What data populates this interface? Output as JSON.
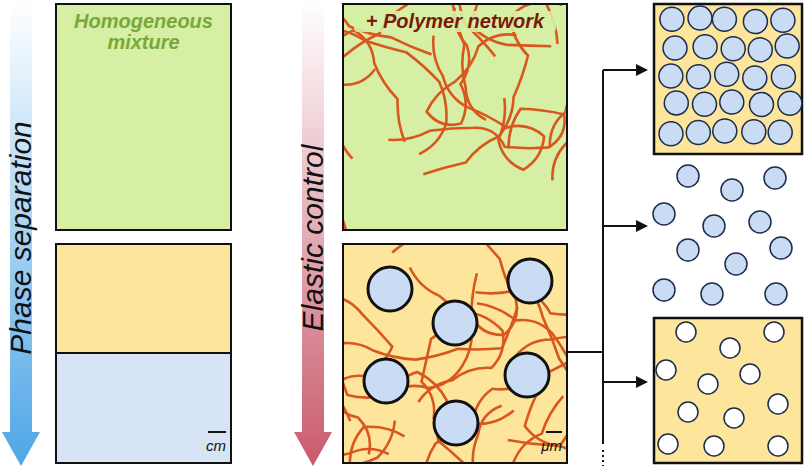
{
  "diagram": {
    "nodes": [
      {
        "text": [
          "Homogeneous mixture"
        ]
      },
      {
        "text": [
          "cm"
        ]
      },
      {
        "text": [
          "+ Polymer network"
        ]
      },
      {
        "text": [
          "μm"
        ]
      }
    ],
    "labels": [
      "Phase separation",
      "Elastic control"
    ]
  }
}
